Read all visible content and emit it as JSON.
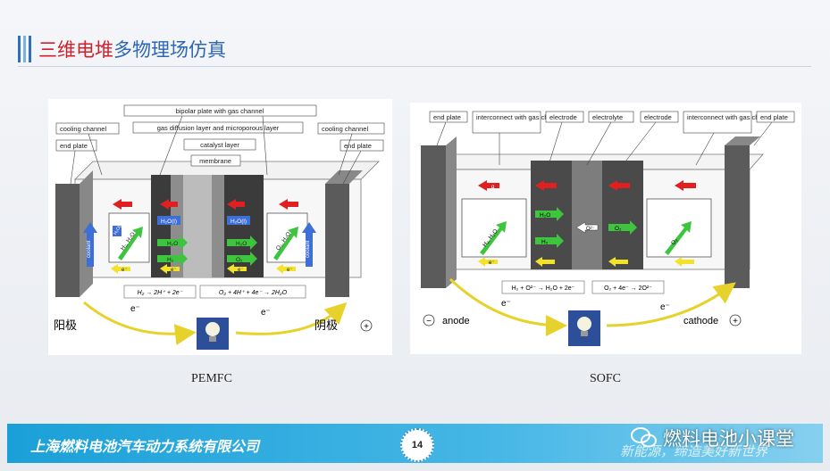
{
  "title": {
    "part1": "三维电堆",
    "part2": "多物理场仿真"
  },
  "pemfc": {
    "caption": "PEMFC",
    "labels": {
      "cooling_left": "cooling channel",
      "end_plate_left": "end plate",
      "bipolar": "bipolar plate with gas channel",
      "gdl": "gas diffusion layer and microporous layer",
      "catalyst": "catalyst layer",
      "membrane": "membrane",
      "cooling_right": "cooling channel",
      "end_plate_right": "end plate",
      "coolant": "coolant",
      "h2o_l": "H₂O(l)",
      "h2o": "H₂O",
      "h2_h2o": "H₂, H₂O",
      "h2": "H₂",
      "o2": "O₂",
      "o2_h2o": "O₂, H₂O",
      "eq_left": "H₂ → 2H⁺ + 2e⁻",
      "eq_right": "O₂ + 4H⁺ + 4e⁻ → 2H₂O",
      "anode_cn": "阳极",
      "cathode_cn": "阴极",
      "e_left": "e⁻",
      "e_right": "e⁻",
      "plus": "+",
      "hplus": "H⁺",
      "e_small": "e⁻",
      "q": "q"
    }
  },
  "sofc": {
    "caption": "SOFC",
    "labels": {
      "end_plate_left": "end plate",
      "interconnect_left": "interconnect with gas channel",
      "electrode_left": "electrode",
      "electrolyte": "electrolyte",
      "electrode_right": "electrode",
      "interconnect_right": "interconnect with gas channel",
      "end_plate_right": "end plate",
      "h2_h2o": "H₂, H₂O",
      "h2o": "H₂O",
      "h2": "H₂",
      "o2": "O₂",
      "o2m": "O²⁻",
      "eq_left": "H₂ + O²⁻ → H₂O + 2e⁻",
      "eq_right": "O₂ + 4e⁻ → 2O²⁻",
      "anode": "anode",
      "cathode": "cathode",
      "minus": "−",
      "plus": "+",
      "e_left": "e⁻",
      "e_right": "e⁻",
      "e_small": "e⁻",
      "q": "q"
    }
  },
  "footer": {
    "company": "上海燃料电池汽车动力系统有限公司",
    "slogan": "新能源，缔造美好新世界",
    "page": "14",
    "watermark": "燃料电池小课堂"
  },
  "colors": {
    "accent_red": "#d0202a",
    "accent_blue": "#2c67b1",
    "footer": "#1aa0d8"
  }
}
